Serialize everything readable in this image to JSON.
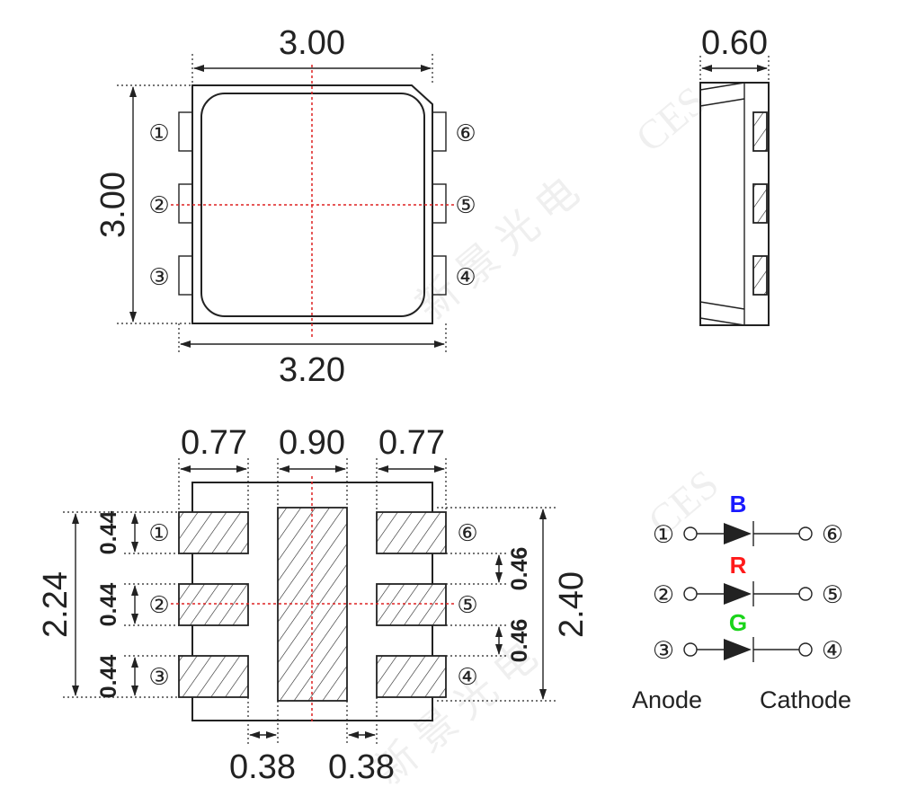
{
  "top_view": {
    "width_top": "3.00",
    "height_left": "3.00",
    "width_bottom": "3.20",
    "pins_left": [
      "①",
      "②",
      "③"
    ],
    "pins_right": [
      "⑥",
      "⑤",
      "④"
    ]
  },
  "side_view": {
    "thickness": "0.60"
  },
  "bottom_view": {
    "pad_width_left": "0.77",
    "center_pad_width": "0.90",
    "pad_width_right": "0.77",
    "pad_height_1": "0.44",
    "pad_height_2": "0.44",
    "pad_height_3": "0.44",
    "overall_left": "2.24",
    "pad_gap_1": "0.46",
    "pad_gap_2": "0.46",
    "overall_right": "2.40",
    "gap_left": "0.38",
    "gap_right": "0.38",
    "pins_left": [
      "①",
      "②",
      "③"
    ],
    "pins_right": [
      "⑥",
      "⑤",
      "④"
    ]
  },
  "circuit": {
    "rows": [
      {
        "color_label": "B",
        "color": "#1a1aff",
        "anode_pin": "①",
        "cathode_pin": "⑥"
      },
      {
        "color_label": "R",
        "color": "#ff1a1a",
        "anode_pin": "②",
        "cathode_pin": "⑤"
      },
      {
        "color_label": "G",
        "color": "#1ad41a",
        "anode_pin": "③",
        "cathode_pin": "④"
      }
    ],
    "anode_label": "Anode",
    "cathode_label": "Cathode"
  },
  "watermark": [
    "CES",
    "新 景 光 电",
    "CES",
    "新 景 光 电"
  ]
}
